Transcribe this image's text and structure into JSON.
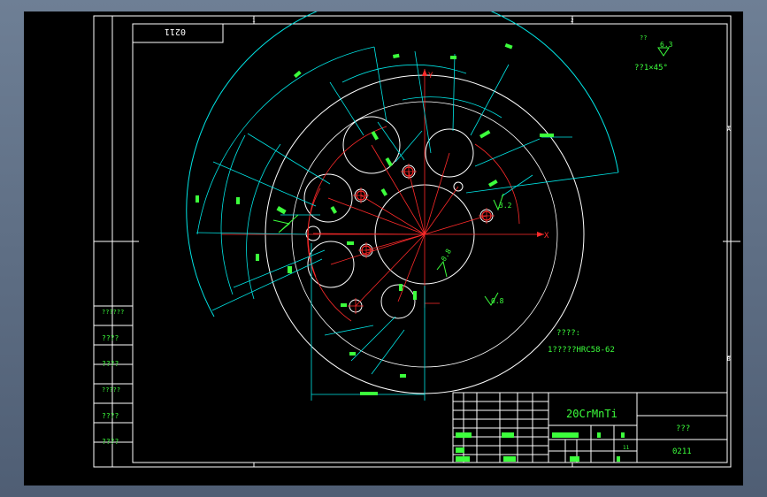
{
  "title_block": {
    "drawing_no_top": "0211",
    "material": "20CrMnTi",
    "name_cell": "???",
    "drawing_no": "0211",
    "sheet_count": "11",
    "left_column": [
      "??????",
      "????",
      "????",
      "?????",
      "????",
      "????"
    ]
  },
  "notes": {
    "roughness_symbol_label": "??",
    "roughness_value_top": "6.3",
    "chamfer": "??1×45°",
    "tech_heading": "????:",
    "tech_line_1": "1?????HRC58-62"
  },
  "annotations": {
    "ra_1": "3.2",
    "ra_2": "0.8",
    "ra_3": "0.8",
    "axis_x": "X",
    "axis_y": "Y",
    "zone_top_1": "1",
    "zone_top_2": "2",
    "zone_right_a": "A",
    "zone_right_b": "B"
  },
  "colors": {
    "background": "#000000",
    "frame": "#ffffff",
    "dimension": "#00e5e5",
    "centerline": "#ff2a2a",
    "text": "#3cff3c"
  }
}
